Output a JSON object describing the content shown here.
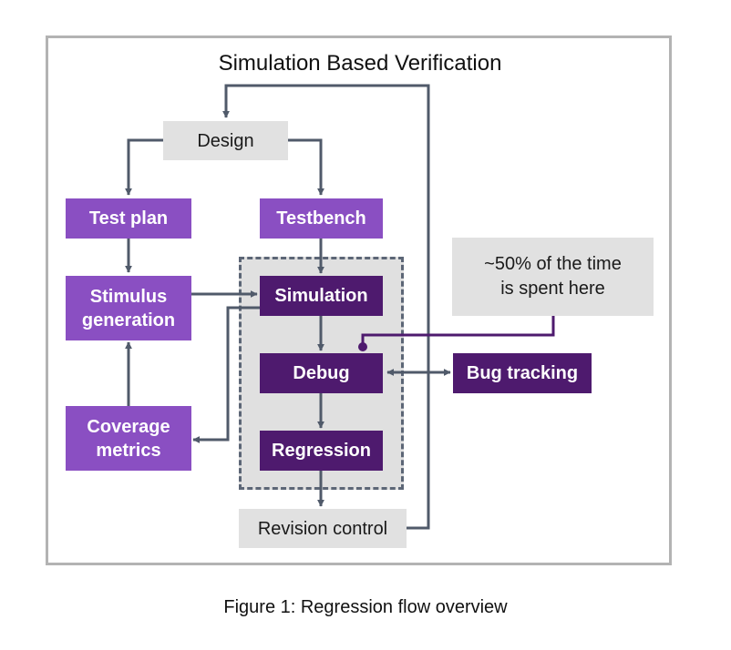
{
  "title": "Simulation Based Verification",
  "caption": "Figure 1: Regression flow overview",
  "nodes": {
    "design": "Design",
    "test_plan": "Test plan",
    "testbench": "Testbench",
    "stimulus": "Stimulus\ngeneration",
    "simulation": "Simulation",
    "debug": "Debug",
    "bug_tracking": "Bug tracking",
    "coverage": "Coverage\nmetrics",
    "regression": "Regression",
    "revision": "Revision control",
    "note": "~50% of the time\nis spent here"
  },
  "colors": {
    "light_purple": "#8a4fc2",
    "dark_purple": "#4e1a6e",
    "gray_box": "#e1e1e1",
    "arrow": "#505a6a"
  }
}
